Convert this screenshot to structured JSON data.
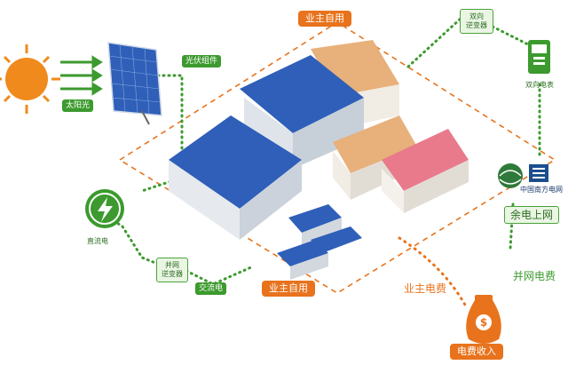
{
  "nodes": {
    "sun": "太阳光",
    "pv_module": "光伏组件",
    "dc": "直流电",
    "grid_inverter_l1": "并网",
    "grid_inverter_l2": "逆变器",
    "ac": "交流电",
    "bi_inverter_l1": "双向",
    "bi_inverter_l2": "逆变器",
    "bi_meter": "双向电表",
    "grid_company": "中国南方电网",
    "surplus_to_grid": "余电上网",
    "grid_fee": "并网电费",
    "owner_fee": "业主电费",
    "fee_income": "电费收入"
  },
  "labels": {
    "self_use_top": "业主自用",
    "self_use_bottom": "业主自用"
  },
  "colors": {
    "green": "#3c9a2e",
    "orange": "#e8731c",
    "panel_blue": "#2f5fb8",
    "sun": "#f08a1c"
  },
  "icons": [
    "sun-icon",
    "solar-panel-icon",
    "lightning-icon",
    "meter-icon",
    "grid-logo-icon",
    "money-bag-icon",
    "factory-buildings-icon"
  ]
}
